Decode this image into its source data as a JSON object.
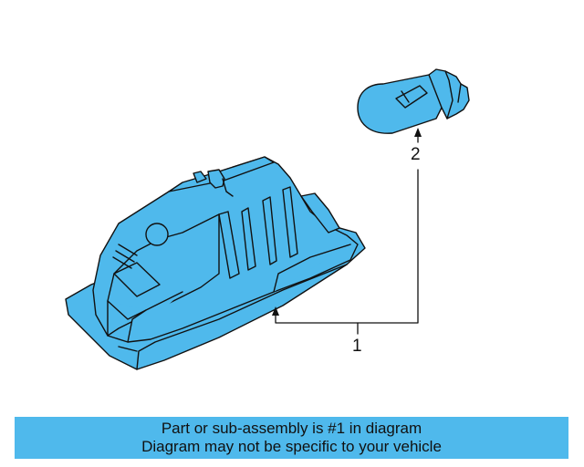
{
  "diagram": {
    "callouts": [
      {
        "label": "1",
        "part": "license-lamp-housing"
      },
      {
        "label": "2",
        "part": "bulb"
      }
    ],
    "fill_color": "#4fb9ec",
    "line_color": "#111111"
  },
  "banner": {
    "line1": "Part or sub-assembly is #1 in diagram",
    "line2": "Diagram may not be specific to your vehicle",
    "background": "#4fb9ec"
  }
}
